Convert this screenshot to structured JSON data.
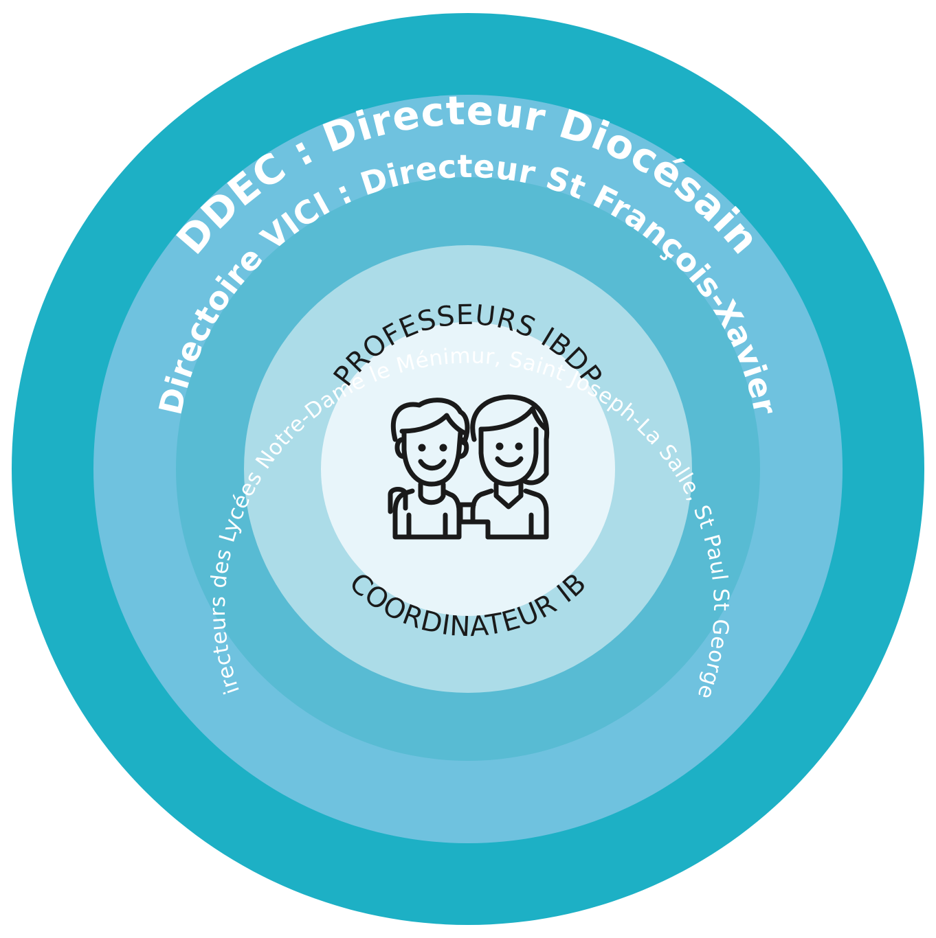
{
  "colors": {
    "ring1": "#1db0c5",
    "ring2": "#6fc2df",
    "ring3": "#58bbd3",
    "ring4": "#acdce8",
    "center": "#e8f5fa",
    "ring_text": "#ffffff",
    "inner_text": "#1a1a1a"
  },
  "rings": [
    {
      "label": "DDEC : Directeur Diocésain"
    },
    {
      "label": "Directoire VICI : Directeur St François-Xavier"
    },
    {
      "label": "Directeurs des Lycées Notre-Dame le Ménimur, Saint Joseph-La Salle, St Paul St Georges"
    }
  ],
  "inner": {
    "top_label": "PROFESSEURS IBDP",
    "bottom_label": "COORDINATEUR IB",
    "icon": "teachers-icon"
  }
}
